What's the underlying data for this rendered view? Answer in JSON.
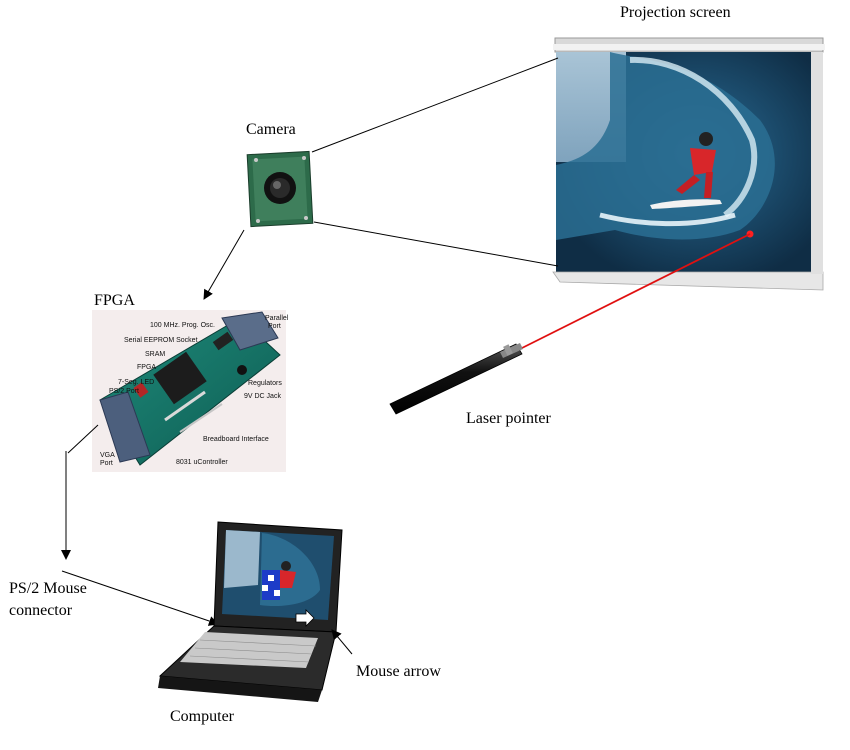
{
  "labels": {
    "projection_screen": "Projection screen",
    "camera": "Camera",
    "fpga": "FPGA",
    "laser_pointer": "Laser pointer",
    "ps2_line1": "PS/2 Mouse",
    "ps2_line2": "connector",
    "mouse_arrow": "Mouse arrow",
    "computer": "Computer"
  },
  "fpga_board_labels": {
    "osc": "100 MHz. Prog. Osc.",
    "parallel": "Parallel",
    "port": "Port",
    "eeprom": "Serial EEPROM Socket",
    "sram": "SRAM",
    "fpga": "FPGA",
    "led": "7-Seg. LED",
    "ps2": "PS/2 Port",
    "regulators": "Regulators",
    "dcjack": "9V DC Jack",
    "breadboard": "Breadboard Interface",
    "vga": "VGA",
    "vgaport": "Port",
    "ucontroller": "8031 uController"
  },
  "colors": {
    "laser_beam": "#e01010",
    "screen_ocean": "#1b4a6b",
    "surfer_suit": "#d8262a"
  }
}
